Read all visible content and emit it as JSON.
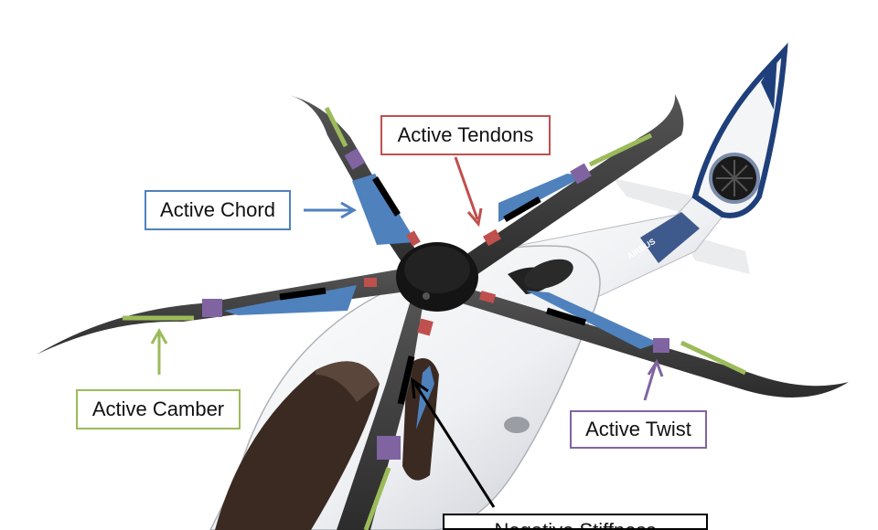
{
  "labels": {
    "active_tendons": "Active Tendons",
    "active_chord": "Active Chord",
    "active_camber": "Active Camber",
    "active_twist": "Active Twist",
    "negative_stiffness": "Negative Stiffness"
  },
  "colors": {
    "tendons": "#c0504d",
    "chord": "#4f81bd",
    "camber": "#9bbb59",
    "twist": "#8064a2",
    "negative_stiffness": "#000000",
    "blade": "#3a3a3a",
    "hub": "#141414",
    "fuselage_accent": "#1f3f7a"
  },
  "fuselage_text": "AIRBUS"
}
